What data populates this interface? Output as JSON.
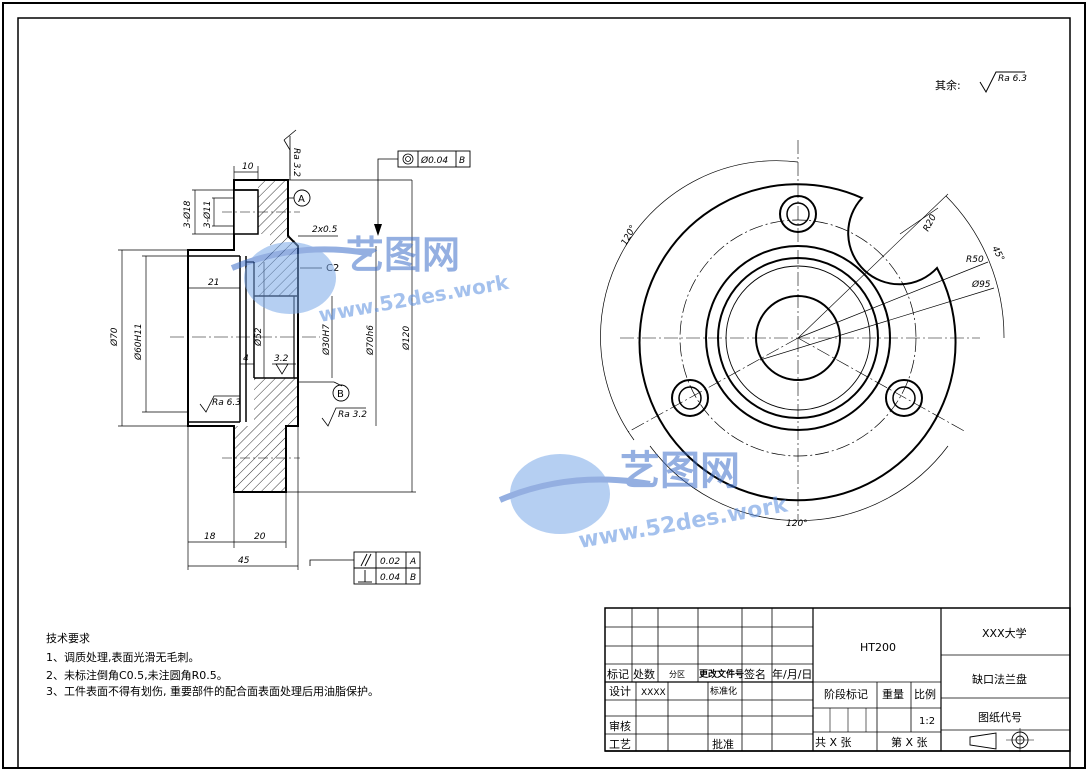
{
  "surface_finish_note": {
    "prefix": "其余:",
    "value": "Ra 6.3"
  },
  "geometric_tolerances": {
    "concentricity": {
      "value": "Ø0.04",
      "datum": "B"
    },
    "parallelism": {
      "value": "0.02",
      "datum": "A"
    },
    "perpendicularity": {
      "value": "0.04",
      "datum": "B"
    }
  },
  "datums": {
    "a": "A",
    "b": "B"
  },
  "section_dims": {
    "width_10": "10",
    "hole_18": "3-Ø18",
    "hole_11": "3-Ø11",
    "roughness_32": "Ra 3.2",
    "chamfer": "2x0.5",
    "chamfer_c2": "C2",
    "d21": "21",
    "d70": "Ø70",
    "d60": "Ø60H11",
    "d52": "Ø52",
    "d30": "Ø30H7",
    "d70h6": "Ø70h6",
    "d120": "Ø120",
    "d4": "4",
    "d32_small": "3.2",
    "ra63": "Ra 6.3",
    "ra32_b": "Ra 3.2",
    "d18": "18",
    "d20": "20",
    "d45": "45"
  },
  "front_dims": {
    "angle_top": "120°",
    "angle_bottom": "120°",
    "angle_45": "45°",
    "r20": "R20",
    "r50": "R50",
    "d95": "Ø95"
  },
  "watermark": {
    "brand": "艺图网",
    "url": "www.52des.work"
  },
  "technical_requirements": {
    "title": "技术要求",
    "items": [
      "1、调质处理,表面光滑无毛刺。",
      "2、未标注倒角C0.5,未注圆角R0.5。",
      "3、工件表面不得有划伤, 重要部件的配合面表面处理后用油脂保护。"
    ]
  },
  "title_block": {
    "material": "HT200",
    "school": "XXX大学",
    "part_name": "缺口法兰盘",
    "drawing_code": "图纸代号",
    "headers": {
      "mark": "标记",
      "count": "处数",
      "zone": "分区",
      "doc": "更改文件号",
      "sign": "签名",
      "date": "年/月/日"
    },
    "design": "设计",
    "designer": "XXXX",
    "standard": "标准化",
    "stage_mark": "阶段标记",
    "weight": "重量",
    "scale": "比例",
    "scale_value": "1:2",
    "review": "审核",
    "process": "工艺",
    "approve": "批准",
    "sheets_total": "共 X 张",
    "sheet_no": "第 X 张"
  }
}
